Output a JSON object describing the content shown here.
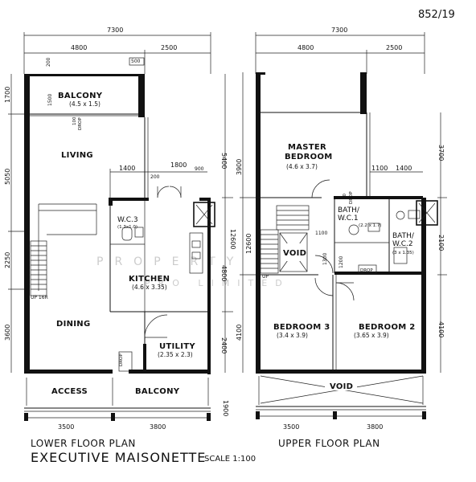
{
  "ref_code": "852/19",
  "watermark": {
    "line1": "PROPERTY",
    "line2": "PRO LIMITED"
  },
  "lower": {
    "title": "LOWER FLOOR PLAN",
    "subtitle": "EXECUTIVE MAISONETTE",
    "scale": "SCALE 1:100",
    "dims": {
      "total_width": "7300",
      "left_width": "4800",
      "right_width": "2500",
      "small_200": "200",
      "small_500": "500",
      "d1400": "1400",
      "d1800": "1800",
      "d200": "200",
      "d900": "900",
      "bottom_left": "3500",
      "bottom_right": "3800",
      "left_1700": "1700",
      "left_5050": "5050",
      "left_2250": "2250",
      "left_3600": "3600",
      "right_5400": "5400",
      "right_12600": "12600",
      "right_4800": "4800",
      "right_2400": "2400",
      "bottom_1900": "1900",
      "balcony_1500": "1500",
      "drop_100": "100"
    },
    "rooms": {
      "balcony": "BALCONY",
      "balcony_size": "(4.5 x 1.5)",
      "living": "LIVING",
      "dining": "DINING",
      "wc3": "W.C.3",
      "wc3_size": "(1.3x1.0)",
      "kitchen": "KITCHEN",
      "kitchen_size": "(4.6 x 3.35)",
      "utility": "UTILITY",
      "utility_size": "(2.35 x 2.3)",
      "access": "ACCESS",
      "balcony2": "BALCONY",
      "stair": "UP 16R",
      "drop": "DROP"
    }
  },
  "upper": {
    "title": "UPPER FLOOR PLAN",
    "dims": {
      "total_width": "7300",
      "left_width": "4800",
      "right_width": "2500",
      "d1100": "1100",
      "d1400": "1400",
      "bottom_left": "3500",
      "bottom_right": "3800",
      "left_3900": "3900",
      "left_12600": "12600",
      "left_4100": "4100",
      "right_3700": "3700",
      "right_2100": "2100",
      "right_4100": "4100",
      "mid_1100": "1100",
      "mid_1300": "1300",
      "mid_1200": "1200",
      "drop_50": "50"
    },
    "rooms": {
      "master": "MASTER",
      "bedroom": "BEDROOM",
      "master_size": "(4.6 x 3.7)",
      "bath1": "BATH/",
      "wc1": "W.C.1",
      "bath1_size": "(2.2 x 1.7)",
      "bath2": "BATH/",
      "wc2": "W.C.2",
      "bath2_size": "(3 x 1.35)",
      "void": "VOID",
      "void2": "VOID",
      "bedroom3": "BEDROOM 3",
      "bedroom3_size": "(3.4 x 3.9)",
      "bedroom2": "BEDROOM 2",
      "bedroom2_size": "(3.65 x 3.9)",
      "up": "UP",
      "drop": "DROP"
    }
  }
}
